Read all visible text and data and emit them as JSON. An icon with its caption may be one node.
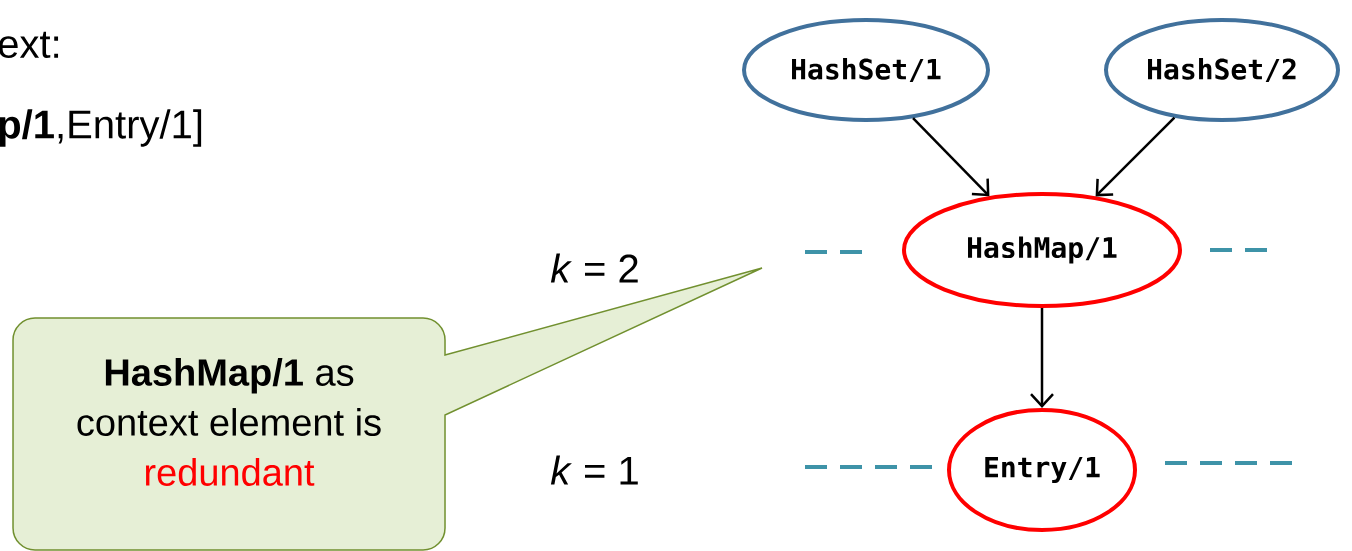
{
  "diagram": {
    "nodes": [
      {
        "text": [
          "HashSet/1"
        ]
      },
      {
        "text": [
          "HashSet/2"
        ]
      },
      {
        "text": [
          "HashMap/1"
        ]
      },
      {
        "text": [
          "Entry/1"
        ]
      },
      {
        "text": [
          "**HashMap/1** as context element is",
          "redundant"
        ]
      }
    ],
    "edges": [
      {
        "from": 0,
        "to": 2,
        "arrow": "to"
      },
      {
        "from": 1,
        "to": 2,
        "arrow": "to"
      },
      {
        "from": 2,
        "to": 3,
        "arrow": "to"
      }
    ],
    "labels": [
      "ext:",
      "**p/1**,Entry/1]",
      "*k* = 2",
      "*k* = 1"
    ]
  }
}
